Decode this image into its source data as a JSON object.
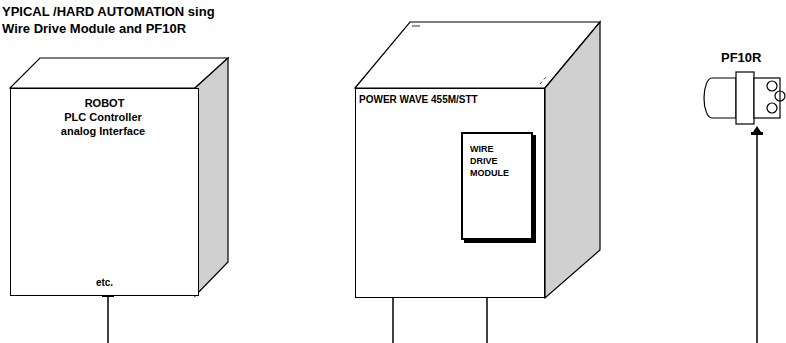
{
  "diagram": {
    "title": "YPICAL /HARD AUTOMATION sing Wire Drive Module and PF10R",
    "nodes": [
      {
        "text": [
          "ROBOT",
          "PLC Controller analog Interface",
          "etc."
        ]
      },
      {
        "text": [
          "POWER WAVE 455M/STT"
        ]
      },
      {
        "text": [
          "WIRE DRIVE MODULE"
        ],
        "in": 1
      }
    ],
    "edges": [],
    "labels": [
      "PF10R"
    ]
  }
}
